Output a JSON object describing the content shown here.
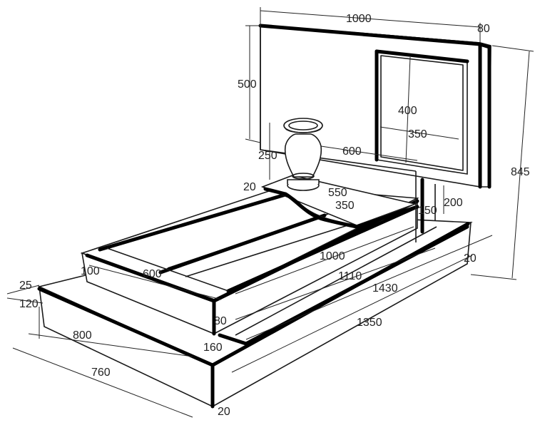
{
  "dimensions": {
    "stele_width": "1000",
    "stele_thickness": "80",
    "stele_height": "500",
    "overall_height": "845",
    "frame_height": "400",
    "frame_width": "350",
    "vase_height": "250",
    "shelf_length": "600",
    "shelf_edge": "20",
    "shelf_depth": "550",
    "curve_depth": "350",
    "post_height": "200",
    "post_gap": "150",
    "top_length": "1000",
    "side_length": "1110",
    "base_length": "1430",
    "slab_length": "1350",
    "edge_20_right": "20",
    "edge_20_bottom": "20",
    "head_width": "600",
    "head_height": "100",
    "rail_80": "80",
    "step_160": "160",
    "base_25": "25",
    "base_120": "120",
    "base_width": "800",
    "slab_width": "760"
  }
}
